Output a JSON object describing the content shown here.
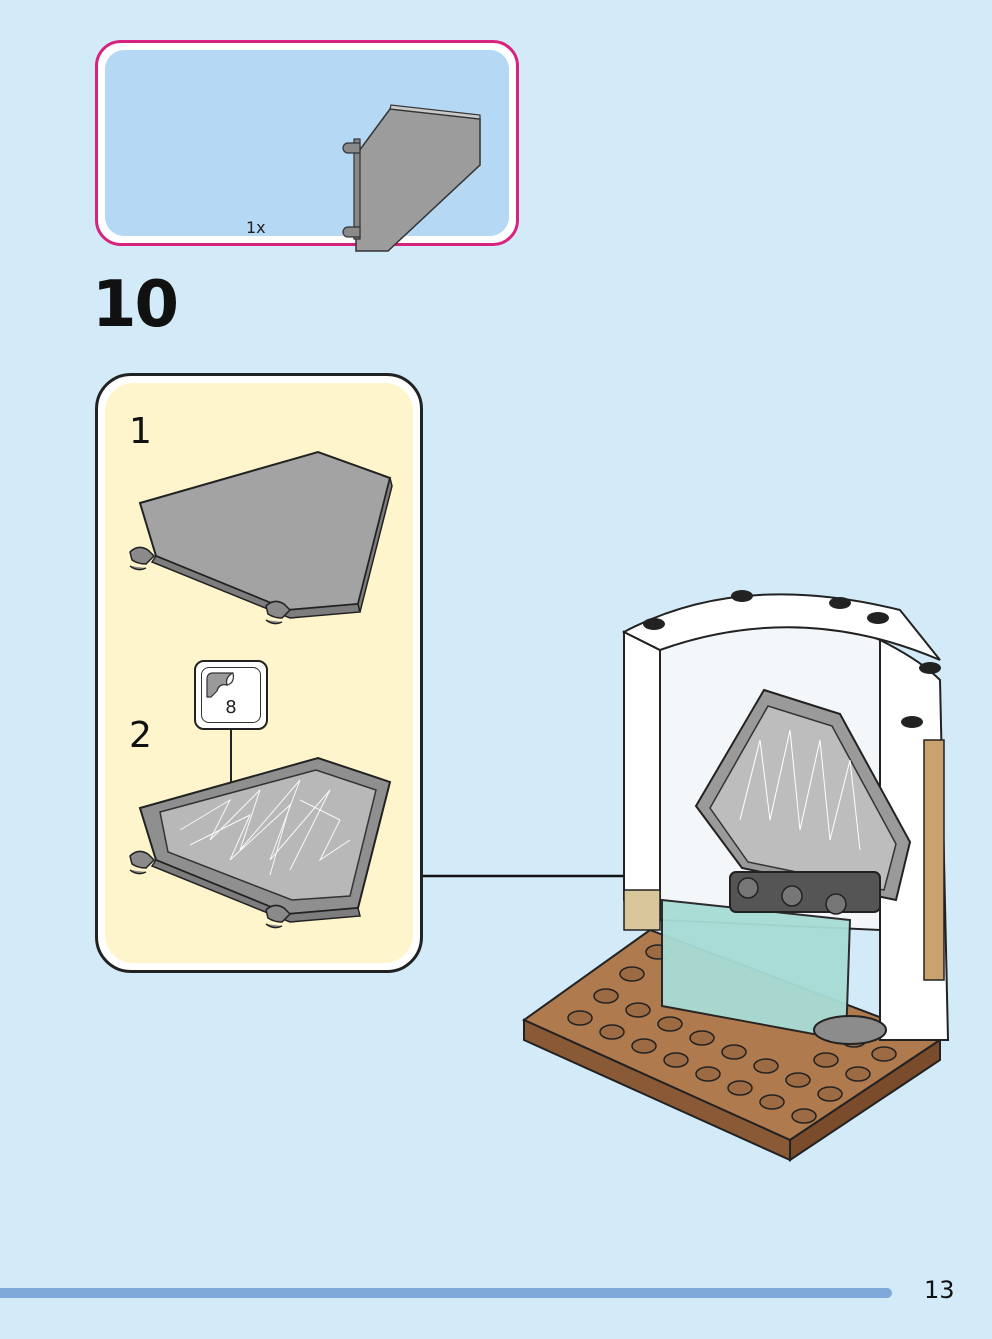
{
  "parts_list": {
    "quantity": "1x"
  },
  "step": {
    "number": "10"
  },
  "substeps": [
    {
      "number": "1"
    },
    {
      "number": "2"
    }
  ],
  "sticker": {
    "number": "8"
  },
  "footer": {
    "page_number": "13"
  },
  "colors": {
    "background": "#d3eaf9",
    "parts_border": "#d8237e",
    "parts_fill": "#b5d8f5",
    "substep_fill": "#fff5cd",
    "piece_gray": "#a3a3a3",
    "brick_brown": "#b07a4f",
    "transparent_teal": "#a8dcd6",
    "footer_bar": "#7fa9d9"
  }
}
